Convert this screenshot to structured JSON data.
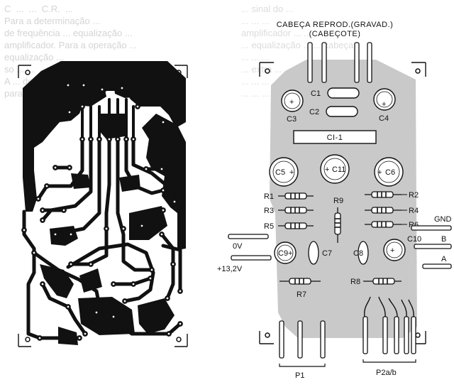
{
  "colors": {
    "copper": "#111111",
    "board_shadow": "#c9c9c9",
    "ink": "#111111",
    "paper": "#ffffff",
    "bg_text": "#d4d4d4"
  },
  "background_text": {
    "top_left": "C  ...  ...  C.R.  ...\nPara a determinação ...\nde frequência ... equalização ...\namplificador. Para a operação ...\nequalização ...\nso ... ...\nA ... de ... de ...\npara ... ...",
    "top_right": "... sinal do ...\n... ... ...\namplificador ... ...\n... equalização ... ... cabeça\n... ... ...\n... extra ...\n... ... ...\n... ... ..."
  },
  "labels": {
    "head_title": "CABEÇA REPROD.(GRAVAD.)",
    "head_subtitle": "(CABEÇOTE)",
    "ic": "CI-1",
    "c1": "C1",
    "c2": "C2",
    "c3": "C3",
    "c4": "C4",
    "c5": "C5",
    "c6": "C6",
    "c7": "C7",
    "c8": "C8",
    "c9": "C9",
    "c10": "C10",
    "c11": "C11",
    "r1": "R1",
    "r2": "R2",
    "r3": "R3",
    "r4": "R4",
    "r5": "R5",
    "r6": "R6",
    "r7": "R7",
    "r8": "R8",
    "r9": "R9",
    "gnd": "GND",
    "b": "B",
    "a": "A",
    "ov": "0V",
    "v132": "+13,2V",
    "p1": "P1",
    "p2": "P2a/b"
  }
}
